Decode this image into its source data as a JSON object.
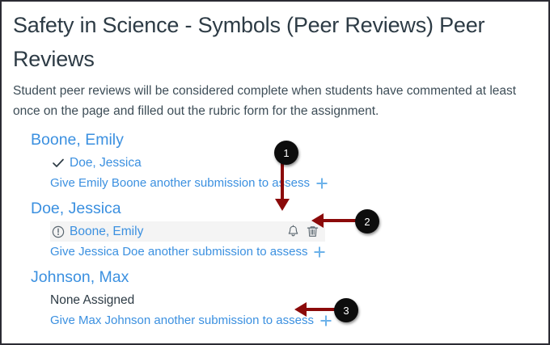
{
  "page": {
    "title": "Safety in Science - Symbols (Peer Reviews) Peer Reviews",
    "description": "Student peer reviews will be considered complete when students have commented at least once on the page and filled out the rubric form for the assignment."
  },
  "colors": {
    "link": "#3b90e0",
    "title": "#2d3b45",
    "body_text": "#3d4d57",
    "row_highlight": "#f4f4f4",
    "marker_bg": "#0d0d0d",
    "arrow": "#8b0a0a",
    "plus_icon": "#6cb2ea",
    "border": "#2b2b33"
  },
  "students": [
    {
      "name": "Boone, Emily",
      "assignees": [
        {
          "label": "Doe, Jessica",
          "status_icon": "check-icon",
          "highlighted": false,
          "link_style": true,
          "actions": []
        }
      ],
      "assess_link": "Give Emily Boone another submission to assess",
      "add_icon": "plus-icon"
    },
    {
      "name": "Doe, Jessica",
      "assignees": [
        {
          "label": "Boone, Emily",
          "status_icon": "warning-icon",
          "highlighted": true,
          "link_style": true,
          "actions": [
            "bell-icon",
            "trash-icon"
          ]
        }
      ],
      "assess_link": "Give Jessica Doe another submission to assess",
      "add_icon": "plus-icon"
    },
    {
      "name": "Johnson, Max",
      "assignees": [
        {
          "label": "None Assigned",
          "status_icon": "none",
          "highlighted": false,
          "link_style": false,
          "actions": []
        }
      ],
      "assess_link": "Give Max Johnson another submission to assess",
      "add_icon": "plus-icon"
    }
  ],
  "annotations": [
    {
      "number": "1",
      "direction": "down",
      "target": "add-peer-review-button"
    },
    {
      "number": "2",
      "direction": "left",
      "target": "row-action-icons"
    },
    {
      "number": "3",
      "direction": "left",
      "target": "add-peer-review-button"
    }
  ]
}
